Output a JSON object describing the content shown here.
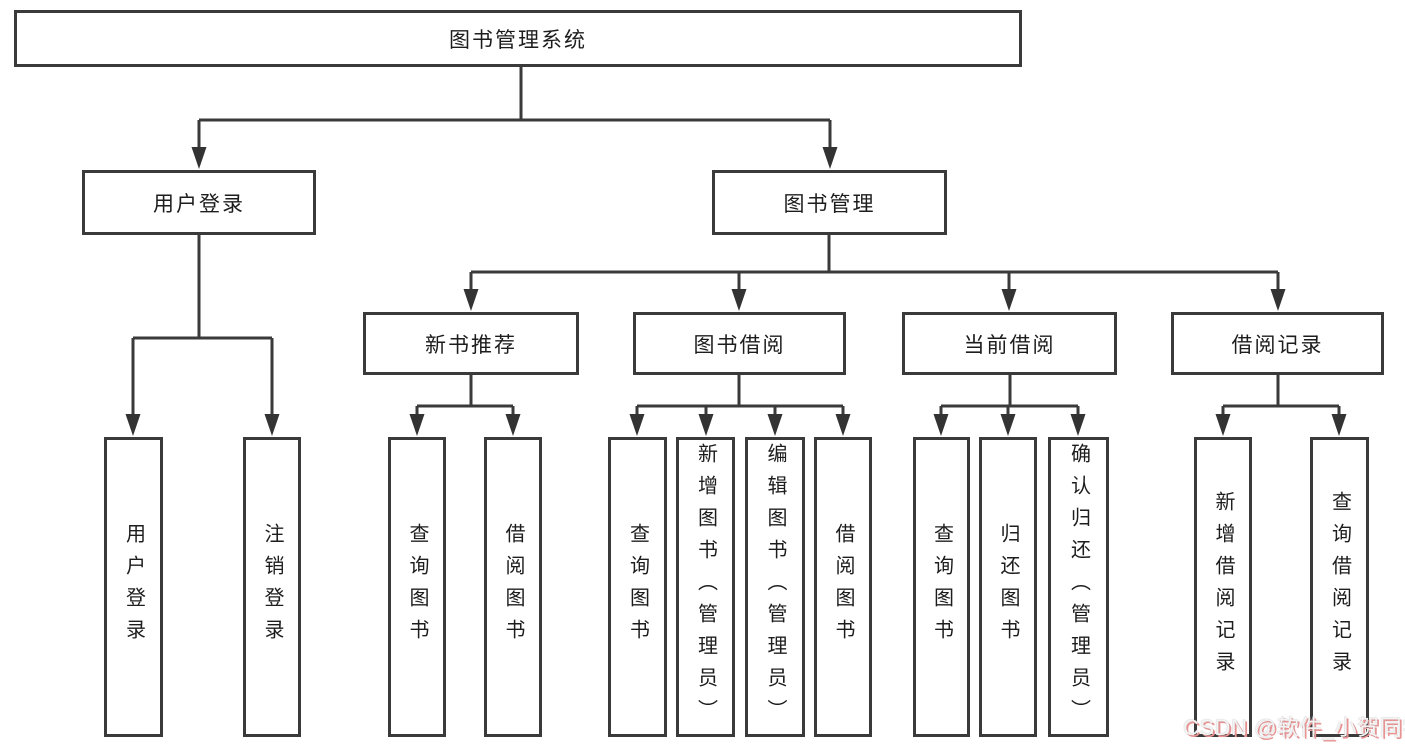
{
  "diagram": {
    "root": {
      "label": "图书管理系统"
    },
    "level2": [
      {
        "label": "用户登录"
      },
      {
        "label": "图书管理"
      }
    ],
    "level3": [
      {
        "label": "新书推荐",
        "parent": "图书管理"
      },
      {
        "label": "图书借阅",
        "parent": "图书管理"
      },
      {
        "label": "当前借阅",
        "parent": "图书管理"
      },
      {
        "label": "借阅记录",
        "parent": "图书管理"
      }
    ],
    "leaves": [
      {
        "label": "用户登录",
        "parent": "用户登录"
      },
      {
        "label": "注销登录",
        "parent": "用户登录"
      },
      {
        "label": "查询图书",
        "parent": "新书推荐"
      },
      {
        "label": "借阅图书",
        "parent": "新书推荐"
      },
      {
        "label": "查询图书",
        "parent": "图书借阅"
      },
      {
        "label": "新增图书（管理员）",
        "parent": "图书借阅"
      },
      {
        "label": "编辑图书（管理员）",
        "parent": "图书借阅"
      },
      {
        "label": "借阅图书",
        "parent": "图书借阅"
      },
      {
        "label": "查询图书",
        "parent": "当前借阅"
      },
      {
        "label": "归还图书",
        "parent": "当前借阅"
      },
      {
        "label": "确认归还（管理员）",
        "parent": "当前借阅"
      },
      {
        "label": "新增借阅记录",
        "parent": "借阅记录"
      },
      {
        "label": "查询借阅记录",
        "parent": "借阅记录"
      }
    ],
    "colors": {
      "line": "#3a3a3a",
      "text": "#1d1d1d",
      "box_background": "#ffffff"
    }
  },
  "watermark": {
    "text": "CSDN @软件_小贺同学"
  }
}
